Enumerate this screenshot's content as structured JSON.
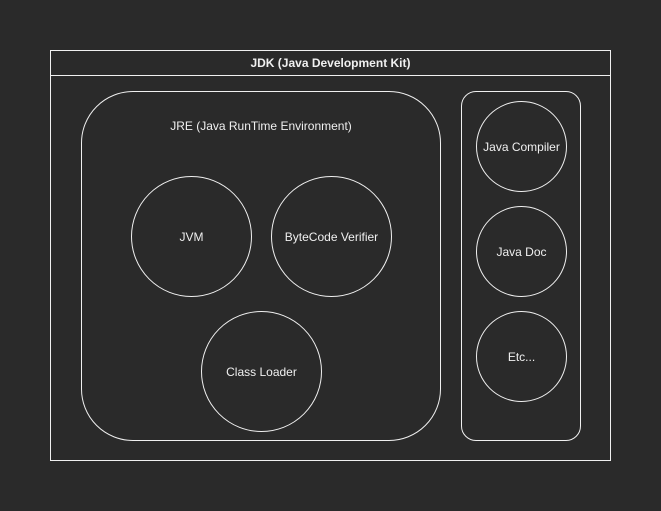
{
  "jdk": {
    "title": "JDK (Java Development Kit)"
  },
  "jre": {
    "title": "JRE (Java RunTime Environment)",
    "components": {
      "jvm": "JVM",
      "bytecode_verifier": "ByteCode Verifier",
      "class_loader": "Class Loader"
    }
  },
  "tools": {
    "items": [
      "Java Compiler",
      "Java Doc",
      "Etc..."
    ]
  },
  "colors": {
    "background": "#2a2a2a",
    "stroke": "#f0f0f0",
    "text": "#f0f0f0"
  }
}
